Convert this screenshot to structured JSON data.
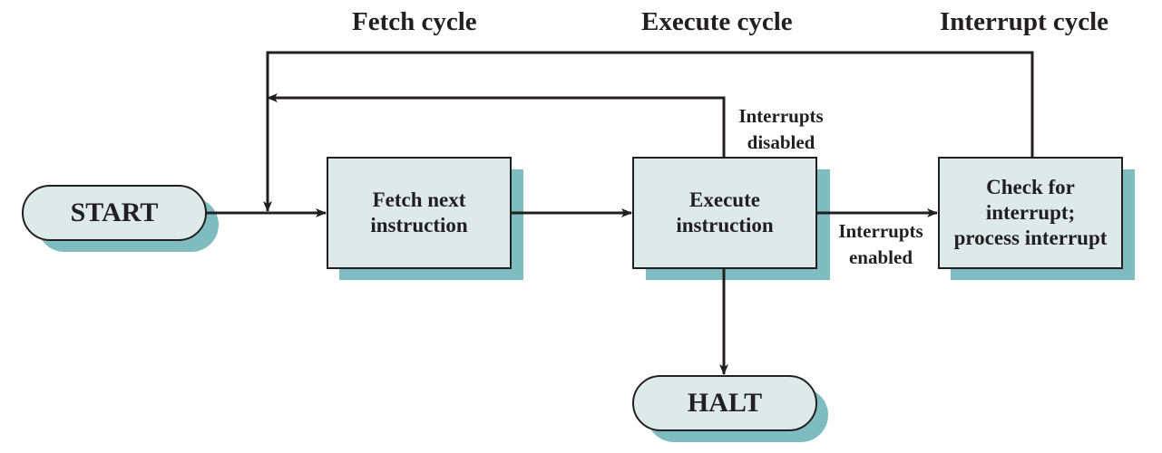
{
  "headings": {
    "fetch": "Fetch cycle",
    "execute": "Execute cycle",
    "interrupt": "Interrupt cycle"
  },
  "nodes": {
    "start": "START",
    "fetch": "Fetch next\ninstruction",
    "execute": "Execute\ninstruction",
    "interrupt": "Check for\ninterrupt;\nprocess interrupt",
    "halt": "HALT"
  },
  "edge_labels": {
    "interrupts_disabled": "Interrupts\ndisabled",
    "interrupts_enabled": "Interrupts\nenabled"
  },
  "colors": {
    "box_fill": "#ddeae9",
    "shadow": "#7fbcc0",
    "stroke": "#231f20"
  }
}
